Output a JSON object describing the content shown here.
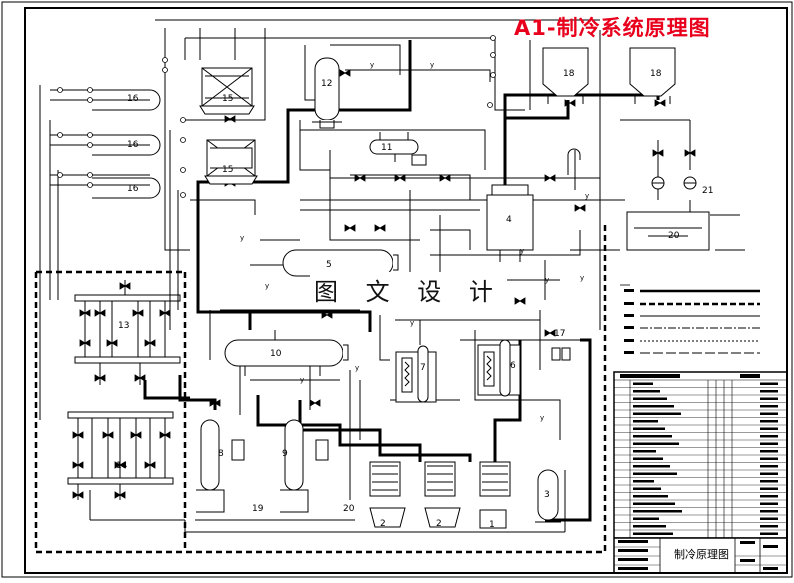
{
  "diagram": {
    "title": "A1-制冷系统原理图",
    "watermark": "图 文 设 计",
    "drawing_name": "制冷原理图",
    "numbered_components": [
      {
        "id": "1",
        "label": "1"
      },
      {
        "id": "2a",
        "label": "2"
      },
      {
        "id": "2b",
        "label": "2"
      },
      {
        "id": "3",
        "label": "3"
      },
      {
        "id": "4",
        "label": "4"
      },
      {
        "id": "5",
        "label": "5"
      },
      {
        "id": "6",
        "label": "6"
      },
      {
        "id": "7",
        "label": "7"
      },
      {
        "id": "8",
        "label": "8"
      },
      {
        "id": "9",
        "label": "9"
      },
      {
        "id": "10",
        "label": "10"
      },
      {
        "id": "11",
        "label": "11"
      },
      {
        "id": "12",
        "label": "12"
      },
      {
        "id": "13",
        "label": "13"
      },
      {
        "id": "14",
        "label": "14"
      },
      {
        "id": "15a",
        "label": "15"
      },
      {
        "id": "15b",
        "label": "15"
      },
      {
        "id": "16a",
        "label": "16"
      },
      {
        "id": "16b",
        "label": "16"
      },
      {
        "id": "16c",
        "label": "16"
      },
      {
        "id": "17",
        "label": "17"
      },
      {
        "id": "18a",
        "label": "18"
      },
      {
        "id": "18b",
        "label": "18"
      },
      {
        "id": "19",
        "label": "19"
      },
      {
        "id": "20a",
        "label": "20"
      },
      {
        "id": "20b",
        "label": "20"
      },
      {
        "id": "21",
        "label": "21"
      }
    ],
    "pipe_marker": "y"
  },
  "colors": {
    "title_red": "#e8001c",
    "line": "#000000",
    "background": "#ffffff"
  }
}
